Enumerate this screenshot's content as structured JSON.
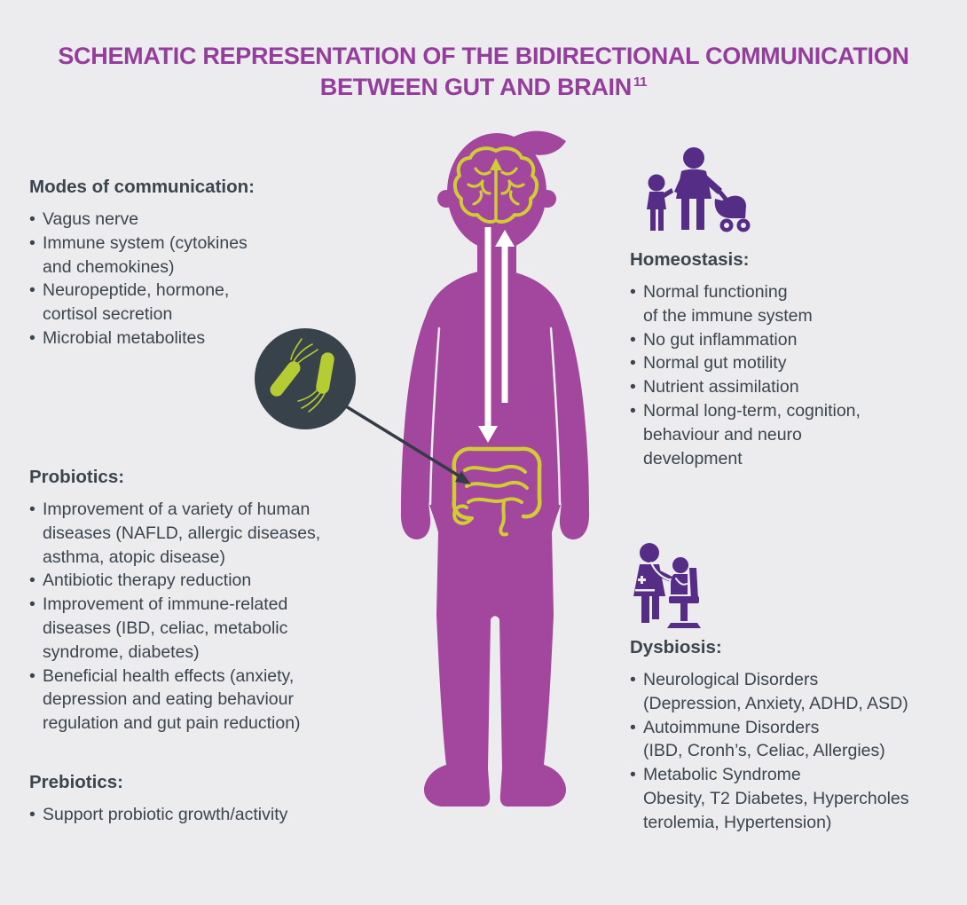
{
  "title": {
    "line1": "SCHEMATIC REPRESENTATION OF THE BIDIRECTIONAL COMMUNICATION",
    "line2": "BETWEEN GUT AND BRAIN",
    "reference_superscript": "11"
  },
  "sections": {
    "modes": {
      "heading": "Modes of communication:",
      "items": [
        "Vagus nerve",
        "Immune system (cytokines\nand chemokines)",
        "Neuropeptide, hormone,\ncortisol secretion",
        "Microbial metabolites"
      ]
    },
    "probiotics": {
      "heading": "Probiotics:",
      "items": [
        "Improvement of a variety of human\ndiseases (NAFLD, allergic diseases,\nasthma, atopic disease)",
        "Antibiotic therapy reduction",
        "Improvement of immune-related\ndiseases (IBD, celiac, metabolic\nsyndrome, diabetes)",
        "Beneficial health effects (anxiety,\ndepression and eating behaviour\nregulation and gut pain reduction)"
      ]
    },
    "prebiotics": {
      "heading": "Prebiotics:",
      "items": [
        "Support probiotic growth/activity"
      ]
    },
    "homeostasis": {
      "heading": "Homeostasis:",
      "items": [
        "Normal functioning\nof the immune system",
        "No gut inflammation",
        "Normal gut motility",
        "Nutrient assimilation",
        "Normal long-term, cognition,\nbehaviour and neuro\ndevelopment"
      ]
    },
    "dysbiosis": {
      "heading": "Dysbiosis:",
      "items": [
        "Neurological Disorders\n(Depression, Anxiety, ADHD, ASD)",
        "Autoimmune Disorders\n(IBD, Cronh’s, Celiac, Allergies)",
        "Metabolic Syndrome\nObesity, T2 Diabetes, Hypercholes\nterolemia, Hypertension)"
      ]
    }
  },
  "figure": {
    "body_icon": "boy-silhouette",
    "brain_icon": "brain-outline",
    "gut_icon": "intestines-outline",
    "arrows": "bidirectional-gut-brain-arrows",
    "microscope_view": "gut-bacteria-magnified",
    "family_icon": "parent-with-child-and-stroller",
    "doctor_icon": "doctor-examining-child"
  },
  "colors": {
    "background": "#ececee",
    "title_purple": "#953d9d",
    "body_purple": "#a3469e",
    "icon_purple": "#552d87",
    "organ_yellow": "#d0cc34",
    "bacteria_green": "#b6cc33",
    "circle_dark": "#37424b",
    "text_dark": "#3a454e",
    "arrow_white": "#ffffff",
    "pointer_dark": "#333c44"
  }
}
